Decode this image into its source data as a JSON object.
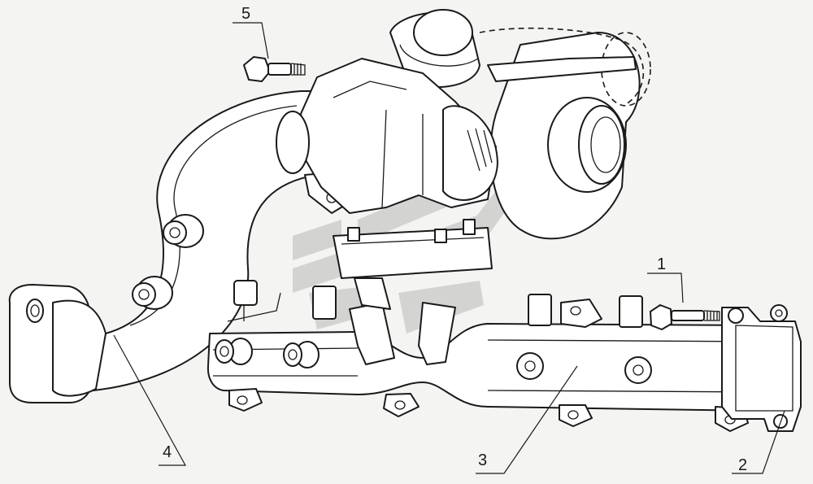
{
  "callouts": [
    {
      "id": "1",
      "label": "1"
    },
    {
      "id": "2",
      "label": "2"
    },
    {
      "id": "3",
      "label": "3"
    },
    {
      "id": "4",
      "label": "4"
    },
    {
      "id": "5",
      "label": "5"
    }
  ],
  "colors": {
    "line": "#1a1a1a",
    "background": "#f4f4f2",
    "watermark": "#b9b9b9"
  }
}
